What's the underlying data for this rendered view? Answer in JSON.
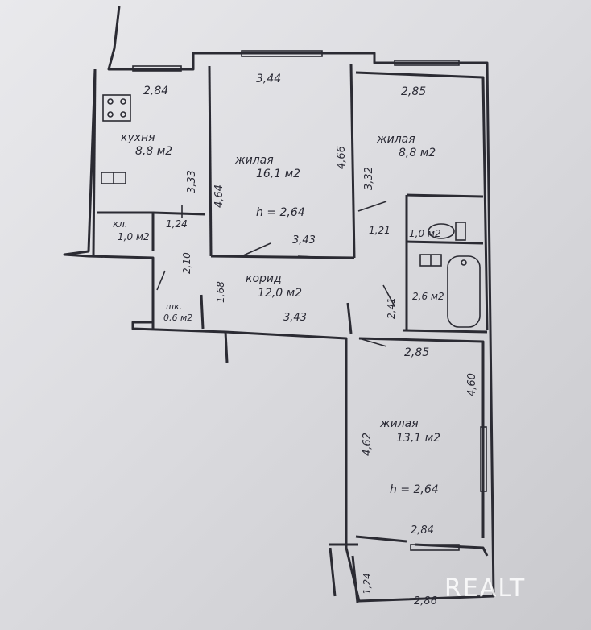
{
  "rooms": {
    "kitchen": {
      "name": "кухня",
      "area": "8,8 м2",
      "width": "2,84",
      "depth": "3,33"
    },
    "living_center": {
      "name": "жилая",
      "area": "16,1 м2",
      "width": "3,44",
      "depth_left": "4,64",
      "depth_right": "4,66",
      "height": "h = 2,64",
      "bottom": "3,43"
    },
    "living_right": {
      "name": "жилая",
      "area": "8,8 м2",
      "width": "2,85",
      "depth": "3,32"
    },
    "pantry": {
      "name": "кл.",
      "area": "1,0 м2",
      "width": "1,24"
    },
    "wc": {
      "area": "1,0 м2",
      "width": "1,21"
    },
    "corridor": {
      "name": "корид",
      "area": "12,0 м2",
      "left": "2,10",
      "left2": "1,68",
      "width": "3,43"
    },
    "closet": {
      "name": "шк.",
      "area": "0,6 м2"
    },
    "bath": {
      "area": "2,6 м2",
      "depth": "2,41"
    },
    "living_bottom": {
      "name": "жилая",
      "area": "13,1 м2",
      "width": "2,85",
      "depth_left": "4,62",
      "depth_right": "4,60",
      "height": "h = 2,64",
      "bottom": "2,84"
    },
    "balcony": {
      "depth": "1,24",
      "width": "2,86"
    }
  },
  "watermark": "REALT",
  "colors": {
    "paper": "#e3e3e6",
    "ink": "#2b2b33"
  }
}
